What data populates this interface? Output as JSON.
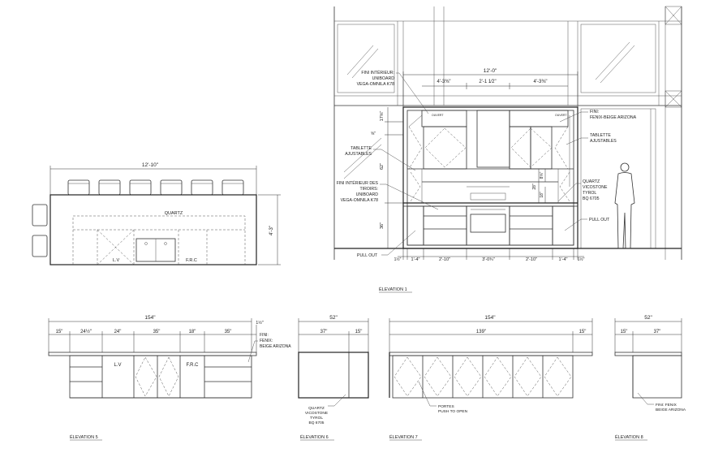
{
  "plan": {
    "overall": "12'-10\"",
    "depth": "4'-3\"",
    "quartz": "QUARTZ",
    "lv": "L.V",
    "frc": "F.R.C"
  },
  "elev1": {
    "title": "ÉLEVATION 1",
    "overall": "12'-0\"",
    "top_left": "4'-3⅜\"",
    "top_mid": "2'-1 1⁄2\"",
    "top_right": "4'-3⅜\"",
    "left_h1": "17⅝\"",
    "left_h2": "⅝\"",
    "left_h3": "62\"",
    "left_h4": "36\"",
    "mid_h1": "28\"",
    "mid_h2": "8⅝\"",
    "mid_h3": "18\"",
    "bot_1": "1½\"",
    "bot_2": "1'-4\"",
    "bot_3": "2'-10\"",
    "bot_4": "3'-0¾\"",
    "bot_5": "2'-10\"",
    "bot_6": "1'-4\"",
    "bot_7": "1½\"",
    "ouvert_l": "OUVERT",
    "ouvert_r": "OUVERT",
    "note_fini_int_1": "FINI INTÉRIEUR:",
    "note_fini_int_2": "UNIBOARD",
    "note_fini_int_3": "VEGA-OMNILA K78",
    "note_fini_r1": "FINI:",
    "note_fini_r2": "FENIX-BEIGE ARIZONA",
    "note_tab_l1": "TABLETTE",
    "note_tab_l2": "AJUSTABLES",
    "note_tab_r1": "TABLETTE",
    "note_tab_r2": "AJUSTABLES",
    "note_tir_1": "FINI INTÉRIEUR DES",
    "note_tir_2": "TIROIRS:",
    "note_tir_3": "UNIBOARD",
    "note_tir_4": "VEGA-OMNILA K78",
    "note_q1": "QUARTZ",
    "note_q2": "VICOSTONE",
    "note_q3": "TYROL",
    "note_q4": "BQ 6705",
    "note_pull_l": "PULL OUT",
    "note_pull_r": "PULL OUT"
  },
  "elev5": {
    "title": "ÉLEVATION 5",
    "overall": "154\"",
    "d1": "15\"",
    "d2": "24½\"",
    "d3": "24\"",
    "d4": "35\"",
    "d5": "18\"",
    "d6": "35\"",
    "d7": "1½\"",
    "lv": "L.V",
    "frc": "F.R.C",
    "note1": "FINI:",
    "note2": "FENIX:",
    "note3": "BEIGE ARIZONA"
  },
  "elev6": {
    "title": "ÉLEVATION 6",
    "overall": "52\"",
    "d1": "37\"",
    "d2": "15\"",
    "note1": "QUARTZ",
    "note2": "VICOSTONE",
    "note3": "TYROL",
    "note4": "BQ 6705"
  },
  "elev7": {
    "title": "ÉLEVATION 7",
    "overall": "154\"",
    "d1": "139\"",
    "d2": "15\"",
    "note1": "PORTES",
    "note2": "PUSH TO OPEN"
  },
  "elev8": {
    "title": "ÉLEVATION 8",
    "overall": "52\"",
    "d1": "15\"",
    "d2": "37\"",
    "note1": "FINI: FENIX",
    "note2": "BEIGE ARIZONA"
  }
}
